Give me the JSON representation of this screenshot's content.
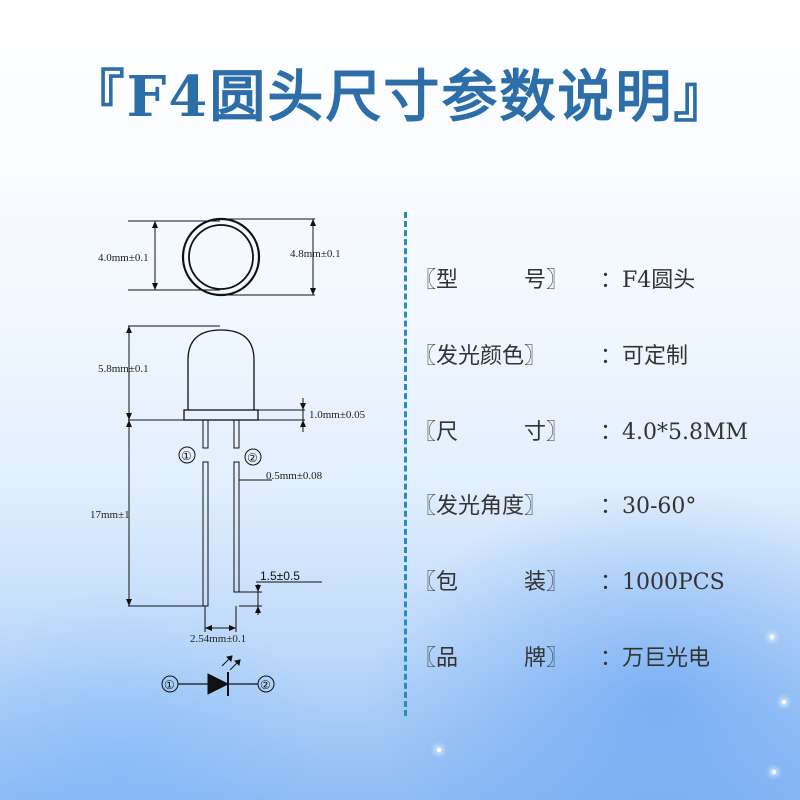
{
  "title": "『F4圆头尺寸参数说明』",
  "diagram": {
    "top_dim_left": "4.0mm±0.1",
    "top_dim_right": "4.8mm±0.1",
    "height_dim": "5.8mm±0.1",
    "flange_dim": "1.0mm±0.05",
    "pin1": "①",
    "pin2": "②",
    "lead_dim": "0.5mm±0.08",
    "lead_length_dim": "17mm±1",
    "step_dim": "1.5±0.5",
    "pitch_dim": "2.54mm±0.1",
    "symbol_pin1": "①",
    "symbol_pin2": "②"
  },
  "specs": [
    {
      "key": "〖型　　　号〗",
      "value": "：F4圆头"
    },
    {
      "key": "〖发光颜色〗",
      "value": "：可定制"
    },
    {
      "key": "〖尺　　　寸〗",
      "value": "：4.0*5.8MM"
    },
    {
      "key": "〖发光角度〗",
      "value": "：30-60°"
    },
    {
      "key": "〖包　　　装〗",
      "value": "：1000PCS"
    },
    {
      "key": "〖品　　　牌〗",
      "value": "：万巨光电"
    }
  ]
}
